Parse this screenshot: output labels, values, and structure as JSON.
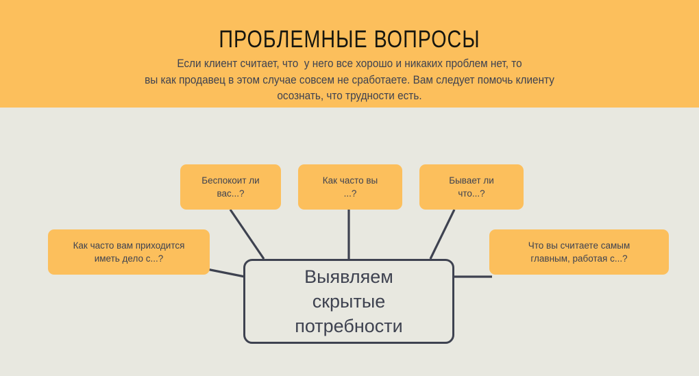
{
  "header": {
    "title": "ПРОБЛЕМНЫЕ ВОПРОСЫ",
    "subtitle_line1": "Если клиент считает, что  у него все хорошо и никаких проблем нет, то",
    "subtitle_line2": "вы как продавец в этом случае совсем не сработаете. Вам следует помочь клиенту",
    "subtitle_line3": "осознать, что трудности есть.",
    "background_color": "#fcbf5c",
    "title_color": "#16160f",
    "subtitle_color": "#3e4250"
  },
  "diagram": {
    "type": "mind-map",
    "background_color": "#e8e8e0",
    "connector_color": "#3e4250",
    "center": {
      "label_line1": "Выявляем",
      "label_line2": "скрытые",
      "label_line3": "потребности",
      "fill_color": "#e8e8e0",
      "border_color": "#3e4250",
      "text_color": "#3e4250"
    },
    "branches": [
      {
        "id": "top-left",
        "label_line1": "Беспокоит ли",
        "label_line2": "вас...?",
        "fill_color": "#fcbf5c",
        "text_color": "#3e4250"
      },
      {
        "id": "top-center",
        "label_line1": "Как часто вы",
        "label_line2": "...?",
        "fill_color": "#fcbf5c",
        "text_color": "#3e4250"
      },
      {
        "id": "top-right",
        "label_line1": "Бывает ли",
        "label_line2": "что...?",
        "fill_color": "#fcbf5c",
        "text_color": "#3e4250"
      },
      {
        "id": "left",
        "label_line1": "Как часто вам приходится",
        "label_line2": "иметь дело с...?",
        "fill_color": "#fcbf5c",
        "text_color": "#3e4250"
      },
      {
        "id": "right",
        "label_line1": "Что вы считаете самым",
        "label_line2": "главным, работая с...?",
        "fill_color": "#fcbf5c",
        "text_color": "#3e4250"
      }
    ]
  }
}
